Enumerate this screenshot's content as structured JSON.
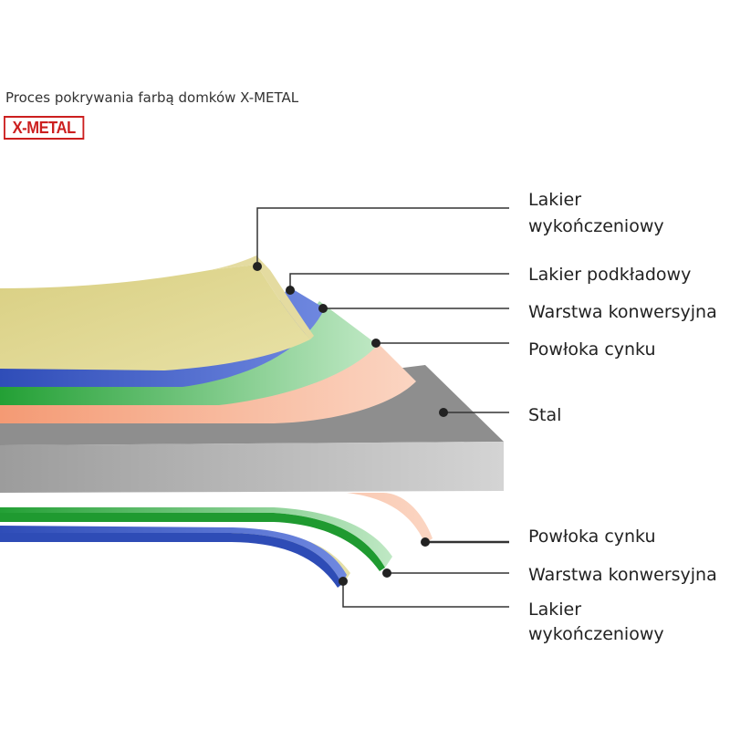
{
  "header": {
    "caption": "Proces pokrywania farbą domków X-METAL",
    "logo_text": "X-METAL"
  },
  "colors": {
    "topcoat": "#d6cc7c",
    "primer": "#3a58c4",
    "conversion": "#2fa63e",
    "zinc": "#f4a27e",
    "steel": "#a4a4a4",
    "leader": "#333333",
    "logo": "#cc1f1f"
  },
  "labels": {
    "topcoat_top": [
      "Lakier",
      "wykończeniowy"
    ],
    "primer_top": "Lakier podkładowy",
    "conversion_top": "Warstwa konwersyjna",
    "zinc_top": "Powłoka cynku",
    "steel": "Stal",
    "zinc_bottom": "Powłoka cynku",
    "conversion_bottom": "Warstwa konwersyjna",
    "topcoat_bottom": [
      "Lakier",
      "wykończeniowy"
    ]
  }
}
